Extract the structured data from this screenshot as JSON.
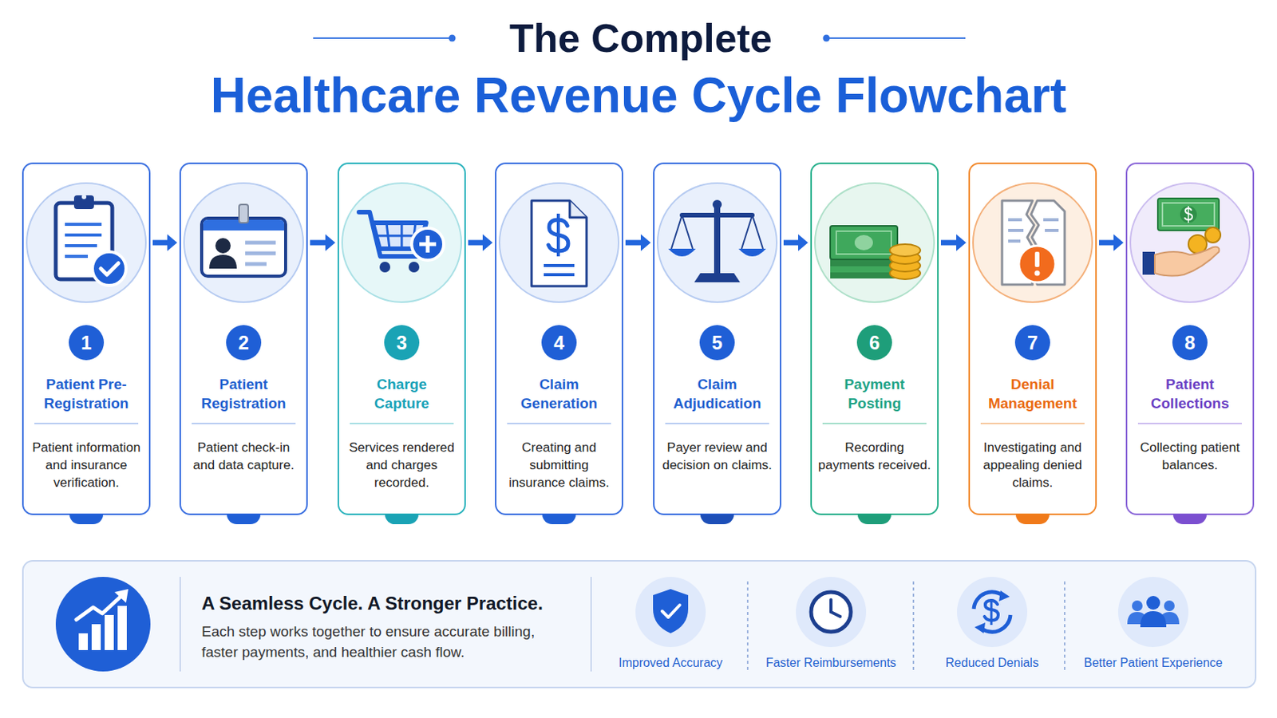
{
  "diagram": {
    "title": "Healthcare Revenue Cycle Flowchart",
    "nodes": [
      {
        "text": [
          "1",
          "Patient Pre-Registration",
          "Patient information and insurance verification."
        ]
      },
      {
        "text": [
          "2",
          "Patient Registration",
          "Patient check-in and data capture."
        ]
      },
      {
        "text": [
          "3",
          "Charge Capture",
          "Services rendered and charges recorded."
        ]
      },
      {
        "text": [
          "4",
          "Claim Generation",
          "Creating and submitting insurance claims."
        ]
      },
      {
        "text": [
          "5",
          "Claim Adjudication",
          "Payer review and decision on claims."
        ]
      },
      {
        "text": [
          "6",
          "Payment Posting",
          "Recording payments received."
        ]
      },
      {
        "text": [
          "7",
          "Denial Management",
          "Investigating and appealing denied claims."
        ]
      },
      {
        "text": [
          "8",
          "Patient Collections",
          "Collecting patient balances."
        ]
      },
      {
        "text": [
          "A Seamless Cycle. A Stronger Practice.",
          "Each step works together to ensure accurate billing, faster payments, and healthier cash flow."
        ]
      }
    ],
    "edges": [
      {
        "from": 0,
        "to": 1,
        "arrow": "to"
      },
      {
        "from": 1,
        "to": 2,
        "arrow": "to"
      },
      {
        "from": 2,
        "to": 3,
        "arrow": "to"
      },
      {
        "from": 3,
        "to": 4,
        "arrow": "to"
      },
      {
        "from": 4,
        "to": 5,
        "arrow": "to"
      },
      {
        "from": 5,
        "to": 6,
        "arrow": "to"
      },
      {
        "from": 6,
        "to": 7,
        "arrow": "to"
      }
    ],
    "labels": [
      "The Complete",
      "Improved Accuracy",
      "Faster Reimbursements",
      "Reduced Denials",
      "Better Patient Experience"
    ]
  }
}
